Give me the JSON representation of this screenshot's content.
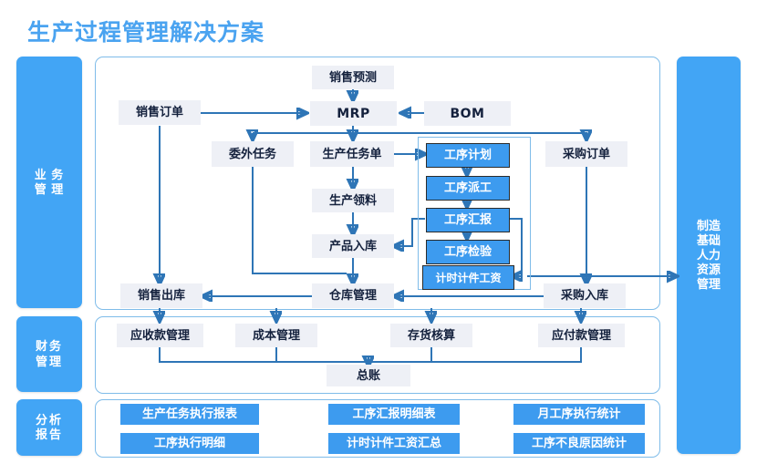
{
  "title": "生产过程管理解决方案",
  "colors": {
    "title": "#4aa3f0",
    "rail": "#42a5f5",
    "panel_border": "#7fbce9",
    "light_node": "#eef0f6",
    "blue_node": "#3d9bef",
    "connector": "#2e75b6",
    "node_text": "#14213d",
    "blue_node_text": "#ffffff"
  },
  "rails": {
    "left": [
      {
        "name": "business",
        "lines": "业 务\n管 理"
      },
      {
        "name": "finance",
        "lines": "财务\n管理"
      },
      {
        "name": "analysis",
        "lines": "分析\n报告"
      }
    ],
    "right": [
      {
        "name": "manufacturing-base",
        "lines": "制造\n基础\n人力\n资源\n管理"
      }
    ]
  },
  "business": {
    "nodes": [
      {
        "key": "sales_forecast",
        "label": "销售预测"
      },
      {
        "key": "mrp",
        "label": "MRP"
      },
      {
        "key": "bom",
        "label": "BOM"
      },
      {
        "key": "sales_order",
        "label": "销售订单"
      },
      {
        "key": "outsource_task",
        "label": "委外任务"
      },
      {
        "key": "production_order",
        "label": "生产任务单"
      },
      {
        "key": "purchase_order",
        "label": "采购订单"
      },
      {
        "key": "material_issue",
        "label": "生产领料"
      },
      {
        "key": "product_in",
        "label": "产品入库"
      },
      {
        "key": "sales_out",
        "label": "销售出库"
      },
      {
        "key": "warehouse_mgmt",
        "label": "仓库管理"
      },
      {
        "key": "purchase_in",
        "label": "采购入库"
      }
    ],
    "process_group": [
      {
        "key": "process_plan",
        "label": "工序计划"
      },
      {
        "key": "process_dispatch",
        "label": "工序派工"
      },
      {
        "key": "process_report",
        "label": "工序汇报"
      },
      {
        "key": "process_inspect",
        "label": "工序检验"
      },
      {
        "key": "piece_wage",
        "label": "计时计件工资"
      }
    ]
  },
  "finance": {
    "nodes": [
      {
        "key": "ar_mgmt",
        "label": "应收款管理"
      },
      {
        "key": "cost_mgmt",
        "label": "成本管理"
      },
      {
        "key": "inventory_acct",
        "label": "存货核算"
      },
      {
        "key": "ap_mgmt",
        "label": "应付款管理"
      },
      {
        "key": "general_ledger",
        "label": "总账"
      }
    ]
  },
  "analysis": {
    "nodes": [
      {
        "key": "prod_task_exec_report",
        "label": "生产任务执行报表"
      },
      {
        "key": "process_report_detail",
        "label": "工序汇报明细表"
      },
      {
        "key": "monthly_process_stat",
        "label": "月工序执行统计"
      },
      {
        "key": "process_exec_detail",
        "label": "工序执行明细"
      },
      {
        "key": "piece_wage_summary",
        "label": "计时计件工资汇总"
      },
      {
        "key": "defect_reason_stat",
        "label": "工序不良原因统计"
      }
    ]
  }
}
